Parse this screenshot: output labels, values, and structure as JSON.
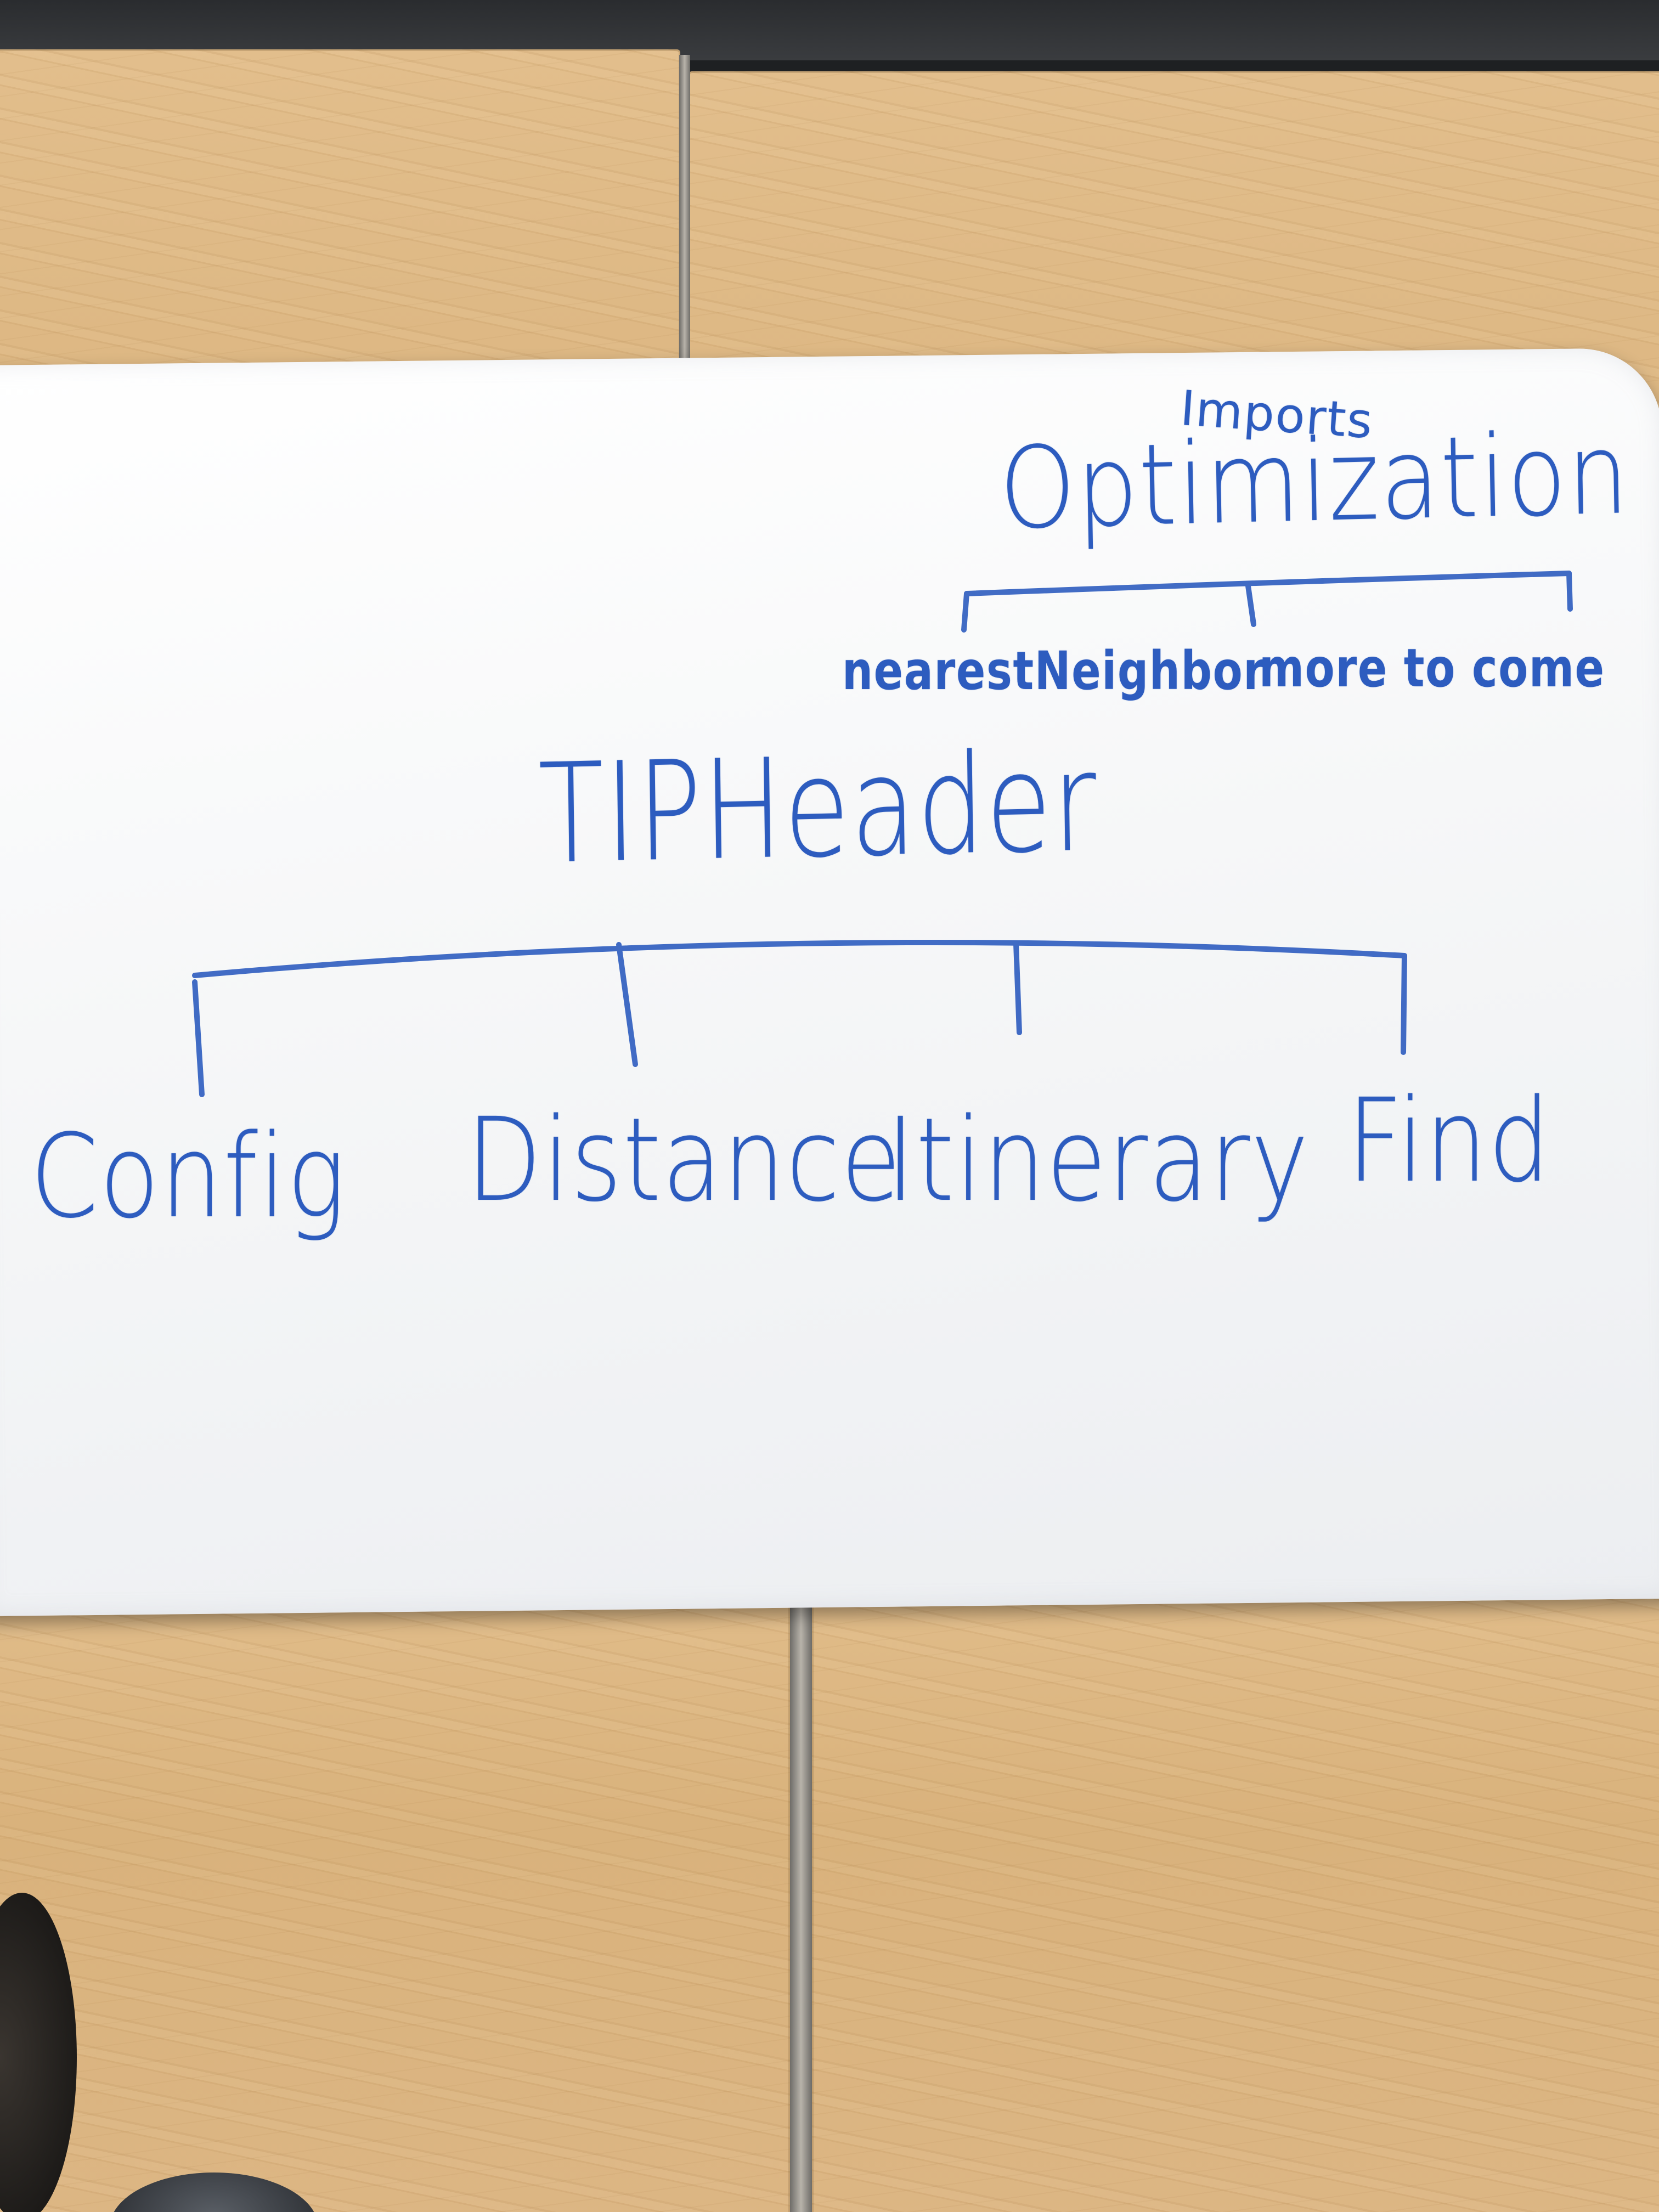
{
  "board": {
    "annotation": "Imports",
    "top_node": "Optimization",
    "top_children": [
      "nearestNeighbor",
      "more to come"
    ],
    "main_node": "TIPHeader",
    "main_children": [
      "Config",
      "Distance",
      "Itinerary",
      "Find"
    ]
  },
  "colors": {
    "ink": "#2d5cbf",
    "board": "#ffffff",
    "table_wood": "#dcb684"
  }
}
